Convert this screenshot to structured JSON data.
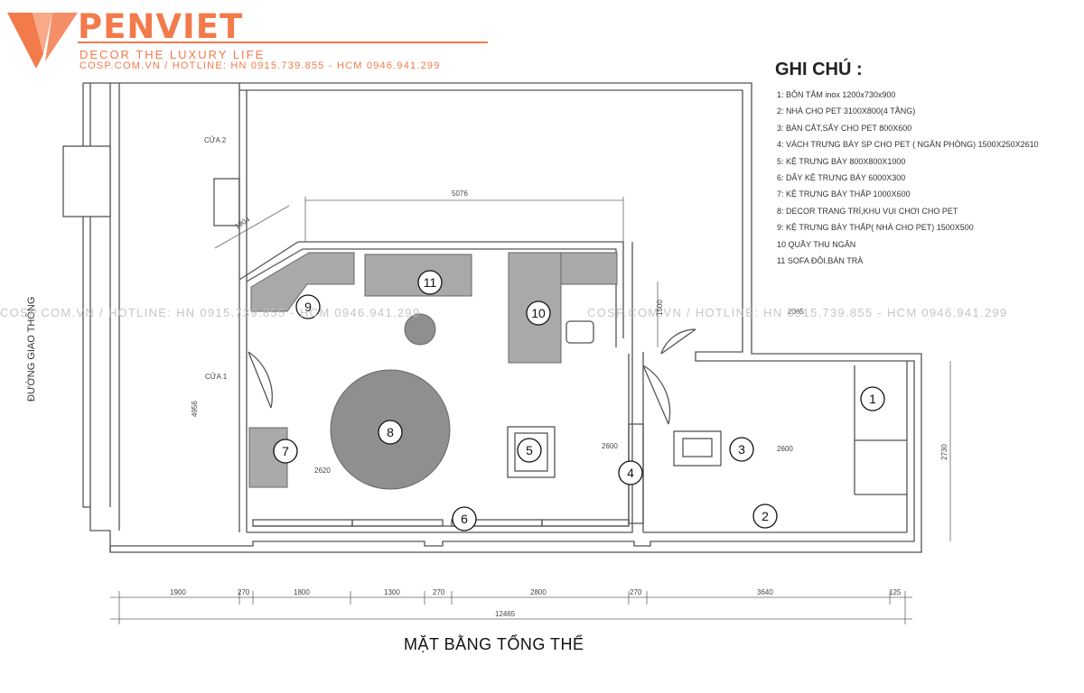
{
  "header": {
    "brand": "PENVIET",
    "tagline": "DECOR THE LUXURY LIFE",
    "contact": "COSP.COM.VN / HOTLINE: HN 0915.739.855 - HCM 0946.941.299"
  },
  "legend": {
    "title": "GHI CHÚ :",
    "items": [
      "1: BỒN TẮM inox 1200x730x900",
      "2: NHÀ CHO PET 3100X800(4 TẦNG)",
      "3: BÀN CẮT,SẤY CHO PET 800X600",
      "4: VÁCH TRƯNG BÀY SP CHO PET ( NGĂN PHÒNG) 1500X250X2610",
      "5: KỆ TRƯNG BÀY 800X800X1000",
      "6: DÃY KỆ TRƯNG BÀY 6000X300",
      "7: KỆ TRƯNG BÀY THẤP 1000X600",
      "8: DECOR TRANG TRÍ,KHU VUI CHƠI CHO PET",
      "9: KỆ TRƯNG BÀY THẤP( NHÀ CHO PET) 1500X500",
      "10 QUẦY THU NGÂN",
      "11 SOFA ĐÔI,BÀN TRÀ"
    ]
  },
  "plan": {
    "title": "MẶT BẰNG TỔNG THỂ",
    "street_label": "ĐƯỜNG GIAO THÔNG",
    "door_labels": [
      "CỬA 2",
      "CỬA 1"
    ],
    "top_dimension": "5076",
    "diagonal_dimension": "1904",
    "left_dimension": "4956",
    "right_dimension": "2730",
    "small_dimension_right": "2085",
    "door_dimension": "1500",
    "heights": [
      "2620",
      "2600",
      "2600"
    ],
    "markers": [
      "1",
      "2",
      "3",
      "4",
      "5",
      "6",
      "7",
      "8",
      "9",
      "10",
      "11"
    ],
    "bottom_dimensions": [
      "1900",
      "270",
      "1800",
      "1300",
      "270",
      "2800",
      "270",
      "3640",
      "125"
    ],
    "total_dimension": "12465"
  },
  "watermark": "COSP.COM.VN / HOTLINE: HN 0915.739.855 - HCM 0946.941.299",
  "colors": {
    "brand": "#f27a4b",
    "wall": "#555555",
    "furniture": "#a9a9a9"
  }
}
